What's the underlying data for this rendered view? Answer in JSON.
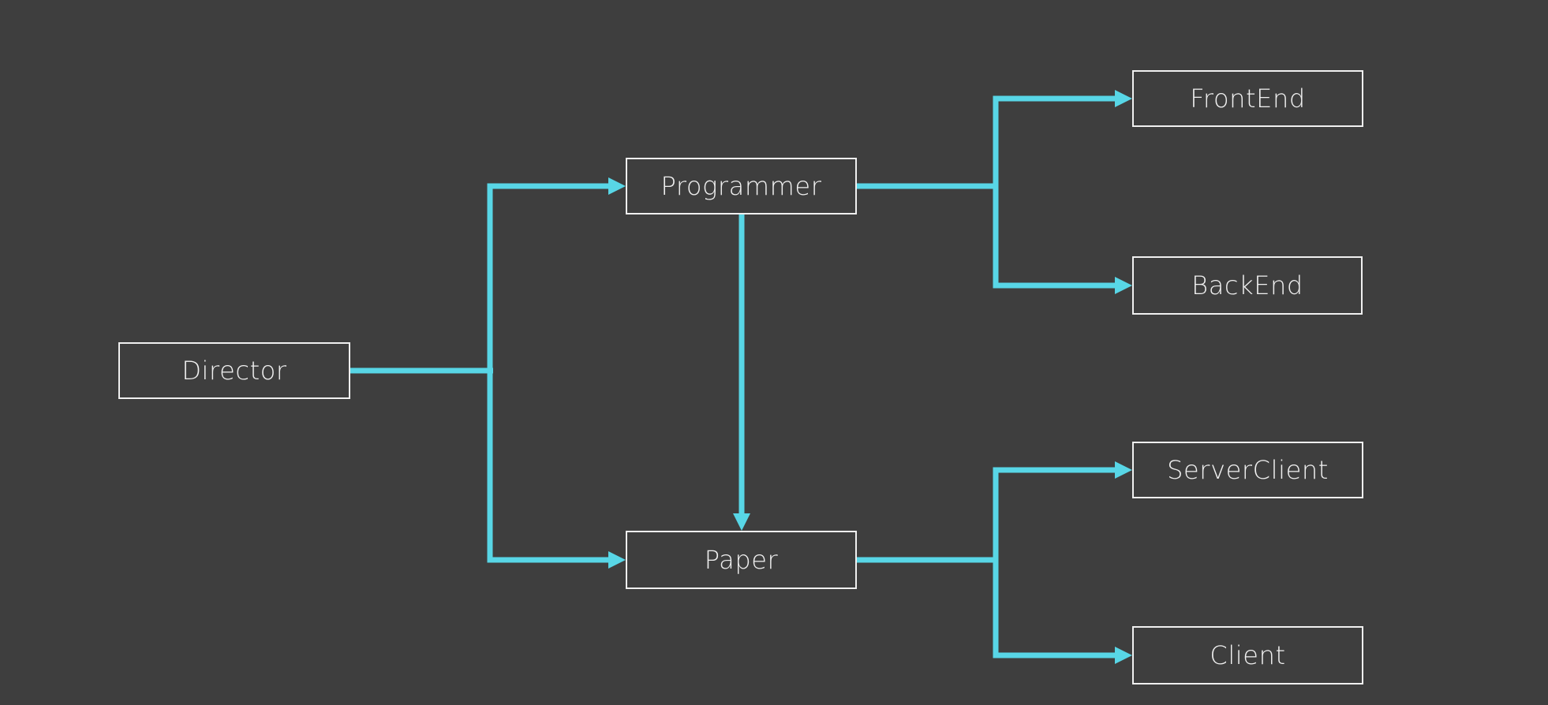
{
  "diagram": {
    "background_color": "#3e3e3e",
    "accent_color": "#58d6e6",
    "box_border_color": "#f0f0f0",
    "text_color": "#f0f0f0",
    "nodes": {
      "director": {
        "label": "Director"
      },
      "programmer": {
        "label": "Programmer"
      },
      "paper": {
        "label": "Paper"
      },
      "frontend": {
        "label": "FrontEnd"
      },
      "backend": {
        "label": "BackEnd"
      },
      "serverclient": {
        "label": "ServerClient"
      },
      "client": {
        "label": "Client"
      }
    },
    "edges": [
      {
        "from": "Director",
        "to": "Programmer"
      },
      {
        "from": "Director",
        "to": "Paper"
      },
      {
        "from": "Programmer",
        "to": "FrontEnd"
      },
      {
        "from": "Programmer",
        "to": "BackEnd"
      },
      {
        "from": "Programmer",
        "to": "Paper"
      },
      {
        "from": "Paper",
        "to": "ServerClient"
      },
      {
        "from": "Paper",
        "to": "Client"
      }
    ]
  }
}
